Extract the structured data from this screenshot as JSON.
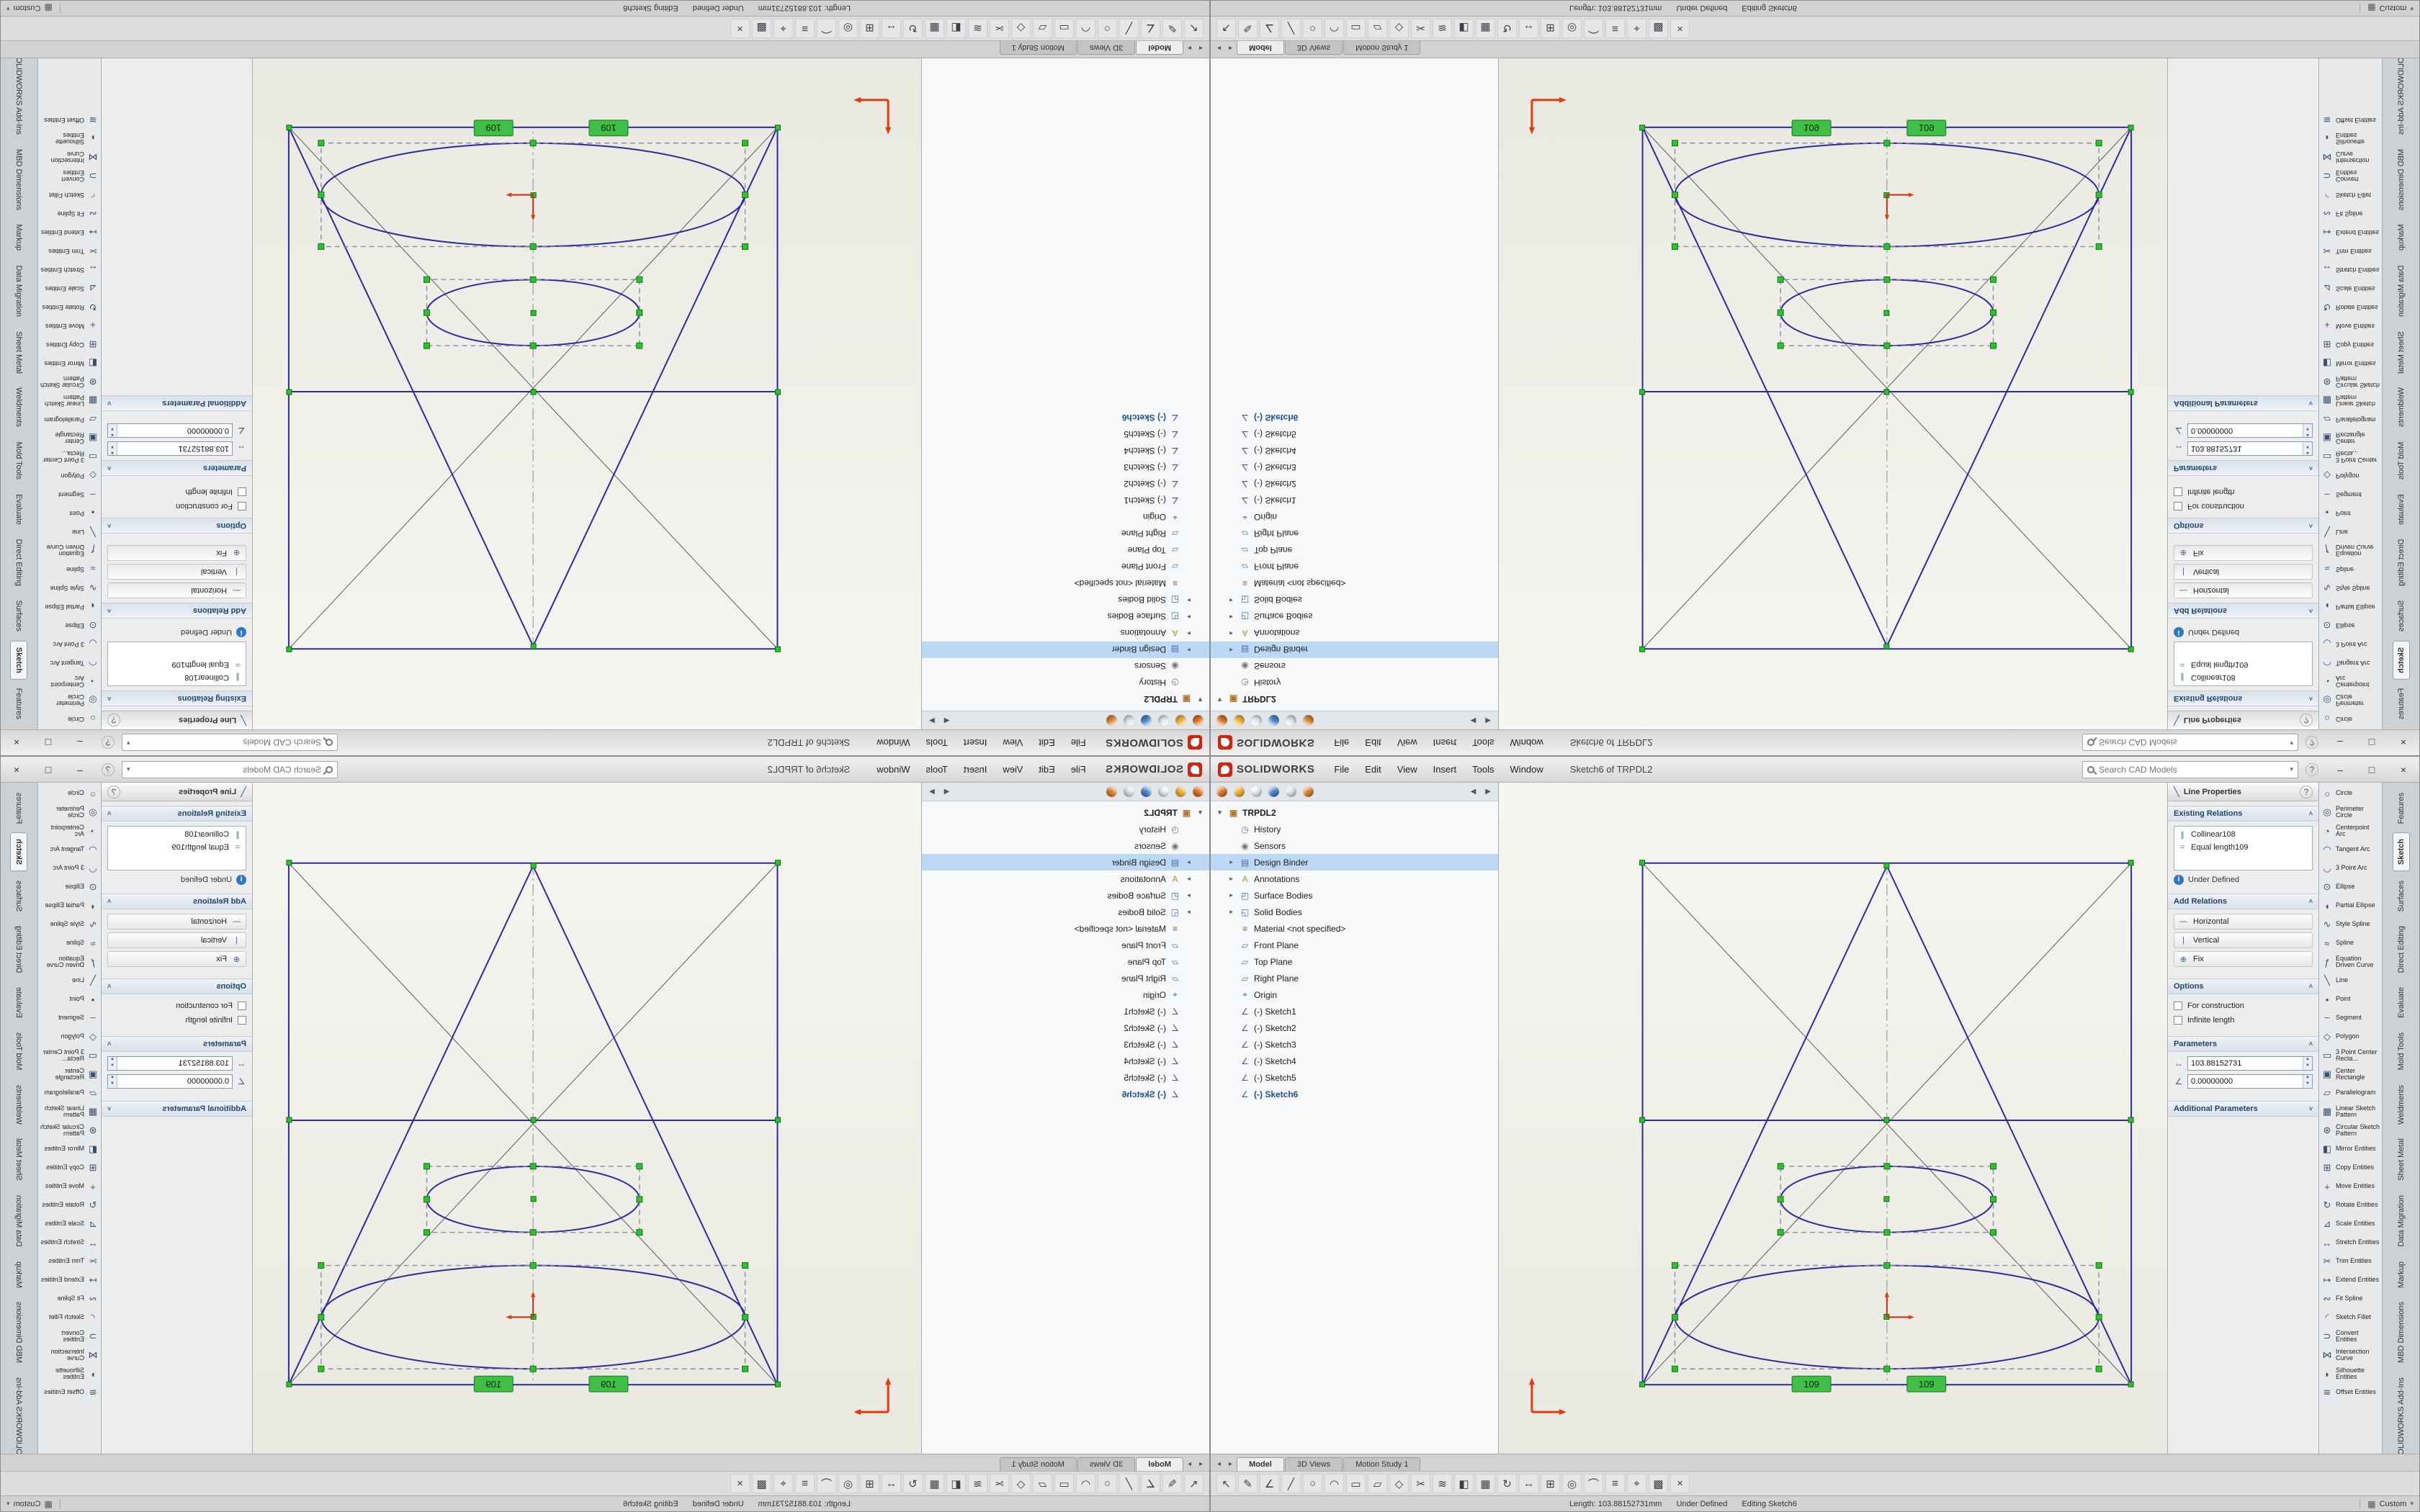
{
  "app": {
    "brand_name": "SOLIDWORKS",
    "menus": [
      {
        "label": "File"
      },
      {
        "label": "Edit"
      },
      {
        "label": "View"
      },
      {
        "label": "Insert"
      },
      {
        "label": "Tools"
      },
      {
        "label": "Window"
      }
    ],
    "doc_title": "Sketch6 of TRPDL2",
    "search_placeholder": "Search CAD Models",
    "search_dd": "▾",
    "help_glyph": "?",
    "win_min": "–",
    "win_max": "□",
    "win_close": "×"
  },
  "panel_tabs": [
    {
      "color": "#e0731d",
      "name": "featuremanager"
    },
    {
      "color": "#f2b12e",
      "name": "propertymanager"
    },
    {
      "color": "#e9edf2",
      "name": "configurationmanager"
    },
    {
      "color": "#4a86c8",
      "name": "dimxpertmanager"
    },
    {
      "color": "#dfe5ec",
      "name": "displaymanager"
    },
    {
      "color": "#d8872a",
      "name": "cam"
    }
  ],
  "panel_nav": {
    "left": "◀",
    "right": "▶"
  },
  "tree": {
    "items": [
      {
        "arrow": "▾",
        "glyph": "▣",
        "color": "#b4762a",
        "label": "TRPDL2",
        "cls": "root"
      },
      {
        "glyph": "◷",
        "color": "#777777",
        "label": "History",
        "cls": "child"
      },
      {
        "glyph": "◉",
        "color": "#777777",
        "label": "Sensors",
        "cls": "child"
      },
      {
        "arrow": "▸",
        "glyph": "▤",
        "color": "#3f6fae",
        "label": "Design Binder",
        "cls": "child selected"
      },
      {
        "arrow": "▸",
        "glyph": "A",
        "color": "#c28a2c",
        "label": "Annotations",
        "cls": "child"
      },
      {
        "arrow": "▸",
        "glyph": "◰",
        "color": "#3f6fae",
        "label": "Surface Bodies",
        "cls": "child"
      },
      {
        "arrow": "▸",
        "glyph": "◱",
        "color": "#3f6fae",
        "label": "Solid Bodies",
        "cls": "child"
      },
      {
        "glyph": "≡",
        "color": "#666666",
        "label": "Material <not specified>",
        "cls": "child"
      },
      {
        "glyph": "▱",
        "color": "#4a7dbf",
        "label": "Front Plane",
        "cls": "child"
      },
      {
        "glyph": "▱",
        "color": "#4a7dbf",
        "label": "Top Plane",
        "cls": "child"
      },
      {
        "glyph": "▱",
        "color": "#4a7dbf",
        "label": "Right Plane",
        "cls": "child"
      },
      {
        "glyph": "⌖",
        "color": "#3a5fa0",
        "label": "Origin",
        "cls": "child"
      },
      {
        "glyph": "∠",
        "color": "#56569e",
        "label": "(-) Sketch1",
        "cls": "child"
      },
      {
        "glyph": "∠",
        "color": "#56569e",
        "label": "(-) Sketch2",
        "cls": "child"
      },
      {
        "glyph": "∠",
        "color": "#56569e",
        "label": "(-) Sketch3",
        "cls": "child"
      },
      {
        "glyph": "∠",
        "color": "#56569e",
        "label": "(-) Sketch4",
        "cls": "child"
      },
      {
        "glyph": "∠",
        "color": "#56569e",
        "label": "(-) Sketch5",
        "cls": "child"
      },
      {
        "glyph": "∠",
        "color": "#56569e",
        "label": "(-) Sketch6",
        "cls": "child editing"
      }
    ]
  },
  "pm": {
    "title": "Line Properties",
    "icon": "╲",
    "existing_relations_header": "Existing Relations",
    "relations": [
      {
        "glyph": "∥",
        "label": "Collinear108"
      },
      {
        "glyph": "=",
        "label": "Equal length109"
      }
    ],
    "info_state": "Under Defined",
    "add_relations_header": "Add Relations",
    "add_relations": [
      {
        "glyph": "―",
        "label": "Horizontal"
      },
      {
        "glyph": "|",
        "label": "Vertical"
      },
      {
        "glyph": "⊕",
        "label": "Fix"
      }
    ],
    "options_header": "Options",
    "options": [
      {
        "label": "For construction"
      },
      {
        "label": "Infinite length"
      }
    ],
    "parameters_header": "Parameters",
    "parameters": [
      {
        "glyph": "↔",
        "value": "103.88152731"
      },
      {
        "glyph": "∠",
        "value": "0.00000000"
      }
    ],
    "additional_header": "Additional Parameters",
    "chevron_open": "˄",
    "chevron_closed": "˅"
  },
  "tools": {
    "items": [
      {
        "glyph": "○",
        "label": "Circle"
      },
      {
        "glyph": "◎",
        "label": "Perimeter Circle"
      },
      {
        "glyph": "◔",
        "label": "Centerpoint Arc"
      },
      {
        "glyph": "◠",
        "label": "Tangent Arc"
      },
      {
        "glyph": "◡",
        "label": "3 Point Arc"
      },
      {
        "glyph": "⊙",
        "label": "Ellipse"
      },
      {
        "glyph": "◖",
        "label": "Partial Ellipse"
      },
      {
        "glyph": "∿",
        "label": "Style Spline"
      },
      {
        "glyph": "≈",
        "label": "Spline"
      },
      {
        "glyph": "ƒ",
        "label": "Equation Driven Curve"
      },
      {
        "glyph": "╲",
        "label": "Line"
      },
      {
        "glyph": "•",
        "label": "Point"
      },
      {
        "glyph": "┄",
        "label": "Segment"
      },
      {
        "glyph": "◇",
        "label": "Polygon"
      },
      {
        "glyph": "▭",
        "label": "3 Point Center Recta..."
      },
      {
        "glyph": "▣",
        "label": "Center Rectangle"
      },
      {
        "glyph": "▱",
        "label": "Parallelogram"
      },
      {
        "glyph": "▦",
        "label": "Linear Sketch Pattern"
      },
      {
        "glyph": "⊛",
        "label": "Circular Sketch Pattern"
      },
      {
        "glyph": "◧",
        "label": "Mirror Entities"
      },
      {
        "glyph": "⊞",
        "label": "Copy Entities"
      },
      {
        "glyph": "+",
        "label": "Move Entities"
      },
      {
        "glyph": "↻",
        "label": "Rotate Entities"
      },
      {
        "glyph": "⊿",
        "label": "Scale Entities"
      },
      {
        "glyph": "↔",
        "label": "Stretch Entities"
      },
      {
        "glyph": "✂",
        "label": "Trim Entities"
      },
      {
        "glyph": "↦",
        "label": "Extend Entities"
      },
      {
        "glyph": "∾",
        "label": "Fit Spline"
      },
      {
        "glyph": "◜",
        "label": "Sketch Fillet"
      },
      {
        "glyph": "⊃",
        "label": "Convert Entities"
      },
      {
        "glyph": "⋈",
        "label": "Intersection Curve"
      },
      {
        "glyph": "◗",
        "label": "Silhouette Entities"
      },
      {
        "glyph": "≋",
        "label": "Offset Entities"
      }
    ]
  },
  "cmd_tabs": {
    "items": [
      {
        "label": "Features"
      },
      {
        "label": "Sketch",
        "cls": "active"
      },
      {
        "label": "Surfaces"
      },
      {
        "label": "Direct Editing"
      },
      {
        "label": "Evaluate"
      },
      {
        "label": "Mold Tools"
      },
      {
        "label": "Weldments"
      },
      {
        "label": "Sheet Metal"
      },
      {
        "label": "Data Migration"
      },
      {
        "label": "Markup"
      },
      {
        "label": "MBD Dimensions"
      },
      {
        "label": "SOLIDWORKS Add-Ins"
      }
    ]
  },
  "doc_tabs": {
    "arrow_left": "◂",
    "arrow_right": "▸",
    "items": [
      {
        "label": "Model",
        "cls": "active"
      },
      {
        "label": "3D Views"
      },
      {
        "label": "Motion Study 1"
      }
    ]
  },
  "bottom_toolbar": {
    "items": [
      {
        "glyph": "↖",
        "name": "select"
      },
      {
        "glyph": "✎",
        "name": "sketch"
      },
      {
        "glyph": "∠",
        "name": "smart-dimension"
      },
      {
        "glyph": "╱",
        "name": "line"
      },
      {
        "glyph": "○",
        "name": "circle"
      },
      {
        "glyph": "◠",
        "name": "arc"
      },
      {
        "glyph": "▭",
        "name": "rectangle"
      },
      {
        "glyph": "▱",
        "name": "parallelogram"
      },
      {
        "glyph": "◇",
        "name": "polygon"
      },
      {
        "glyph": "✂",
        "name": "trim-entities"
      },
      {
        "glyph": "≋",
        "name": "offset-entities"
      },
      {
        "glyph": "◧",
        "name": "mirror-entities"
      },
      {
        "glyph": "▦",
        "name": "linear-pattern"
      },
      {
        "glyph": "↻",
        "name": "rotate-entities"
      },
      {
        "glyph": "↔",
        "name": "move-entities"
      },
      {
        "glyph": "⊞",
        "name": "copy-entities"
      },
      {
        "glyph": "◎",
        "name": "perimeter-circle"
      },
      {
        "glyph": "⌒",
        "name": "centerpoint-arc"
      },
      {
        "glyph": "≡",
        "name": "display-relations"
      },
      {
        "glyph": "⌖",
        "name": "point"
      },
      {
        "glyph": "▩",
        "name": "hatch"
      },
      {
        "glyph": "×",
        "name": "exit-sketch"
      }
    ]
  },
  "status": {
    "length": "Length: 103.88152731mm",
    "state": "Under Defined",
    "mode": "Editing Sketch6",
    "unit": "Custom",
    "unit_dd": "▾"
  },
  "sketch": {
    "dim1": "109",
    "dim2": "109"
  }
}
